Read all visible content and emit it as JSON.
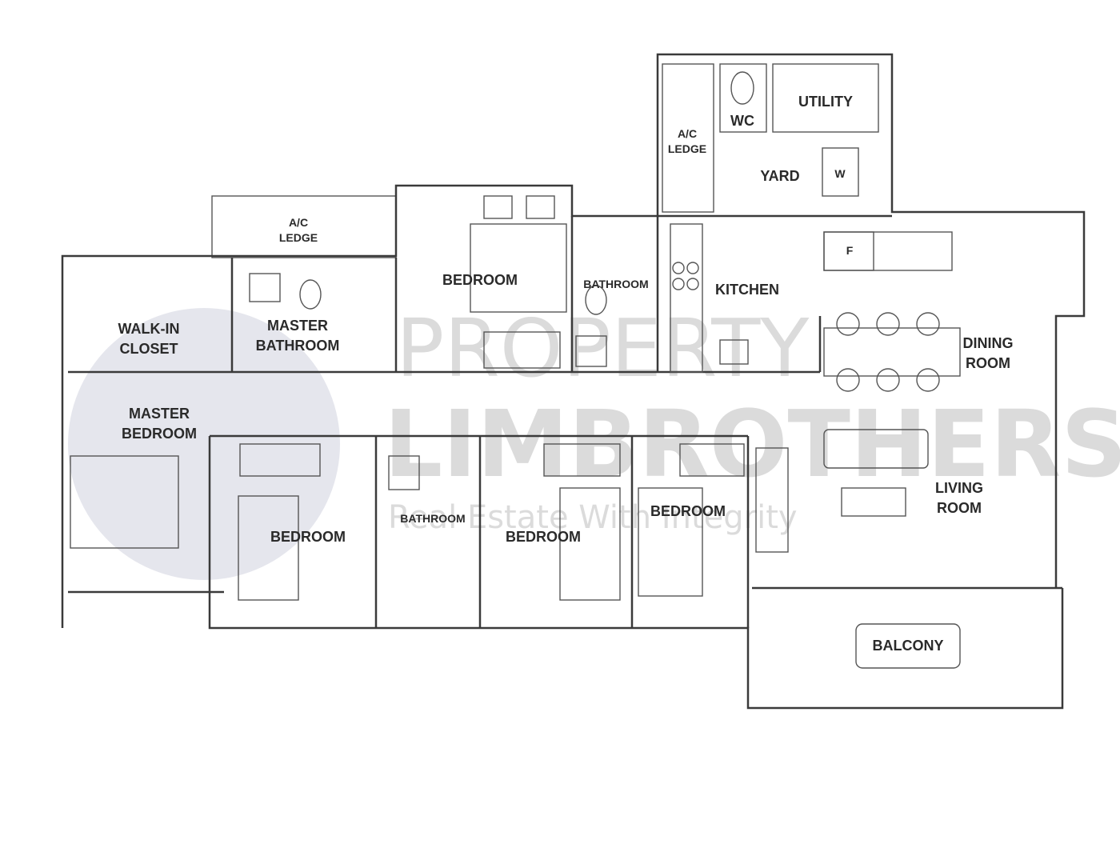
{
  "rooms": {
    "ac_ledge_left": [
      "A/C",
      "LEDGE"
    ],
    "ac_ledge_right": [
      "A/C",
      "LEDGE"
    ],
    "walk_in_closet": [
      "WALK-IN",
      "CLOSET"
    ],
    "master_bathroom": [
      "MASTER",
      "BATHROOM"
    ],
    "master_bedroom": [
      "MASTER",
      "BEDROOM"
    ],
    "bedroom_top": "BEDROOM",
    "bathroom_top": "BATHROOM",
    "kitchen": "KITCHEN",
    "wc": "WC",
    "utility": "UTILITY",
    "yard": "YARD",
    "washer": "W",
    "fridge": "F",
    "dining_room": [
      "DINING",
      "ROOM"
    ],
    "living_room": [
      "LIVING",
      "ROOM"
    ],
    "bedroom_2": "BEDROOM",
    "bathroom_common": "BATHROOM",
    "bedroom_3": "BEDROOM",
    "bedroom_4": "BEDROOM",
    "balcony": "BALCONY"
  },
  "watermark": {
    "line1": "PROPERTY",
    "line2": "LIMBROTHERS",
    "tagline": "Real Estate With Integrity"
  }
}
